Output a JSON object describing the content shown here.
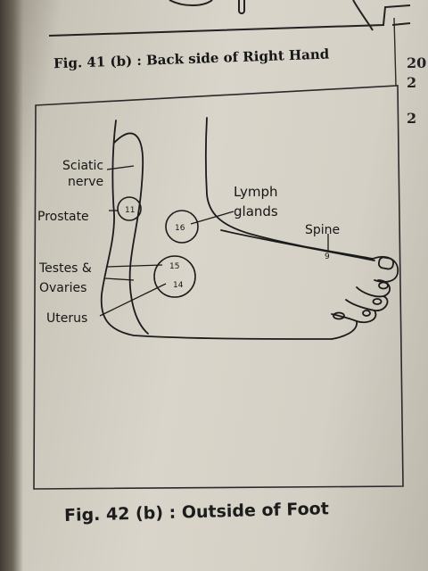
{
  "captions": {
    "top": "Fig. 41 (b) : Back side of Right Hand",
    "bottom": "Fig. 42 (b) : Outside of Foot"
  },
  "right_margin": [
    "20",
    "2",
    "2"
  ],
  "labels": {
    "sciatic_1": "Sciatic",
    "sciatic_2": "nerve",
    "prostate": "Prostate",
    "testes_1": "Testes &",
    "testes_2": "Ovaries",
    "uterus": "Uterus",
    "lymph_1": "Lymph",
    "lymph_2": "glands",
    "spine": "Spine"
  },
  "points": {
    "p11": "11",
    "p15": "15",
    "p14": "14",
    "p16": "16",
    "p9": "9"
  }
}
